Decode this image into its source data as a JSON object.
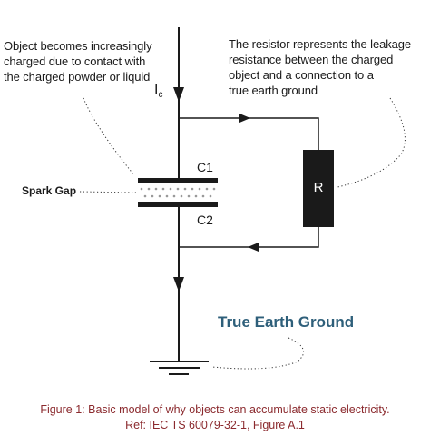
{
  "notes": {
    "object_charged": [
      "Object becomes increasingly",
      "charged due to contact with",
      "the charged powder or liquid"
    ],
    "resistor": [
      "The resistor represents the leakage",
      "resistance between the charged",
      "object and a connection to a",
      "true earth ground"
    ]
  },
  "labels": {
    "current_main": "I",
    "current_sub": "c",
    "spark_gap": "Spark Gap",
    "c1": "C1",
    "c2": "C2",
    "resistor": "R",
    "true_earth_ground": "True Earth Ground"
  },
  "caption": {
    "line1": "Figure 1: Basic model of why objects can accumulate static electricity.",
    "line2": "Ref: IEC TS 60079-32-1, Figure A.1"
  },
  "colors": {
    "ink": "#1a1a1a",
    "ground_title": "#2e5f7a",
    "caption": "#8b2a2e",
    "gap_dots": "#999999"
  }
}
